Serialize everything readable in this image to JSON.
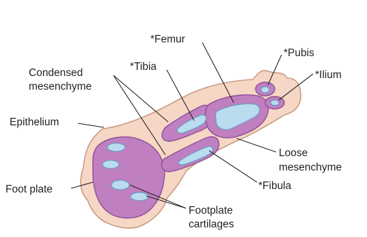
{
  "labels": {
    "femur": "*Femur",
    "pubis": "*Pubis",
    "tibia": "*Tibia",
    "ilium": "*Ilium",
    "condensed_line1": "Condensed",
    "condensed_line2": "mesenchyme",
    "epithelium": "Epithelium",
    "loose_line1": "Loose",
    "loose_line2": "mesenchyme",
    "foot_plate": "Foot plate",
    "fibula": "*Fibula",
    "footplate_cart_line1": "Footplate",
    "footplate_cart_line2": "cartilages"
  },
  "colors": {
    "background": "#ffffff",
    "epithelium_fill": "#f6d6c4",
    "epithelium_stroke": "#c99a80",
    "condensed_fill": "#c07fc0",
    "condensed_stroke": "#8a4f95",
    "cartilage_fill": "#b9dcef",
    "cartilage_stroke": "#6a9cc0",
    "leader_line": "#231f20",
    "label_text": "#231f20"
  }
}
